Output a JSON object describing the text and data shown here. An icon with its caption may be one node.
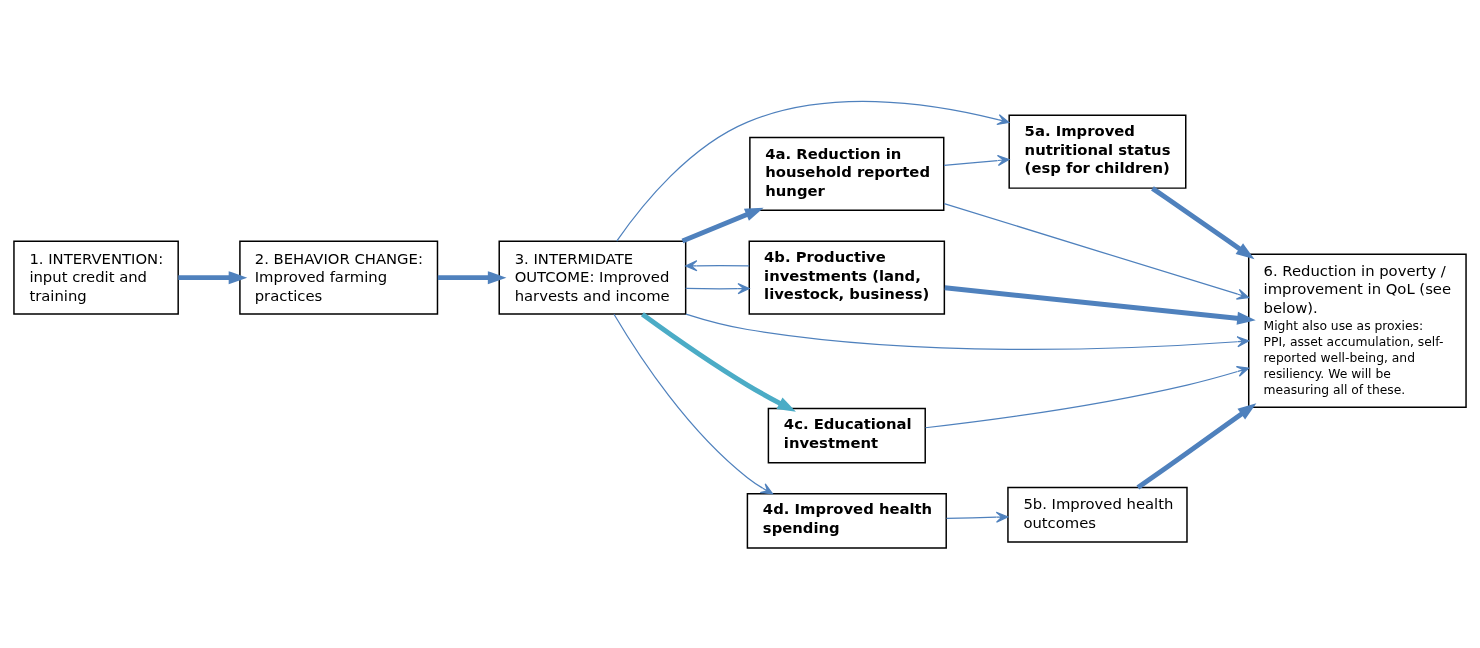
{
  "diagram": {
    "nodes": [
      {
        "text": [
          "1. INTERVENTION: input credit and training"
        ]
      },
      {
        "text": [
          "2. BEHAVIOR CHANGE: Improved farming practices"
        ]
      },
      {
        "text": [
          "3. INTERMIDATE OUTCOME: Improved harvests and income"
        ]
      },
      {
        "text": [
          "4a. Reduction in household reported hunger"
        ]
      },
      {
        "text": [
          "5a. Improved nutritional status (esp for children)"
        ]
      },
      {
        "text": [
          "4b. Productive investments (land, livestock, business)"
        ]
      },
      {
        "text": [
          "6. Reduction in poverty / improvement in QoL (see below).",
          "Might also use as proxies: PPI, asset accumulation, self-reported well-being, and resiliency. We will be measuring all of these."
        ]
      },
      {
        "text": [
          "4c. Educational investment"
        ]
      },
      {
        "text": [
          "4d. Improved health spending"
        ]
      },
      {
        "text": [
          "5b. Improved health outcomes"
        ]
      }
    ],
    "edges": [
      {
        "from": 0,
        "to": 1,
        "arrow": "to",
        "style": "thick"
      },
      {
        "from": 1,
        "to": 2,
        "arrow": "to",
        "style": "thick"
      },
      {
        "from": 2,
        "to": 3,
        "arrow": "to",
        "style": "thick"
      },
      {
        "from": 2,
        "to": 4,
        "arrow": "to"
      },
      {
        "from": 2,
        "to": 6,
        "arrow": "to"
      },
      {
        "from": 2,
        "to": 5,
        "arrow": "to"
      },
      {
        "from": 5,
        "to": 2,
        "arrow": "to"
      },
      {
        "from": 2,
        "to": 7,
        "arrow": "to",
        "style": "thick",
        "color": "#4bacc6"
      },
      {
        "from": 2,
        "to": 8,
        "arrow": "to"
      },
      {
        "from": 3,
        "to": 4,
        "arrow": "to"
      },
      {
        "from": 3,
        "to": 6,
        "arrow": "to"
      },
      {
        "from": 4,
        "to": 6,
        "arrow": "to",
        "style": "thick"
      },
      {
        "from": 5,
        "to": 6,
        "arrow": "to",
        "style": "thick"
      },
      {
        "from": 7,
        "to": 6,
        "arrow": "to"
      },
      {
        "from": 8,
        "to": 9,
        "arrow": "to"
      },
      {
        "from": 9,
        "to": 6,
        "arrow": "to",
        "style": "thick"
      }
    ]
  }
}
